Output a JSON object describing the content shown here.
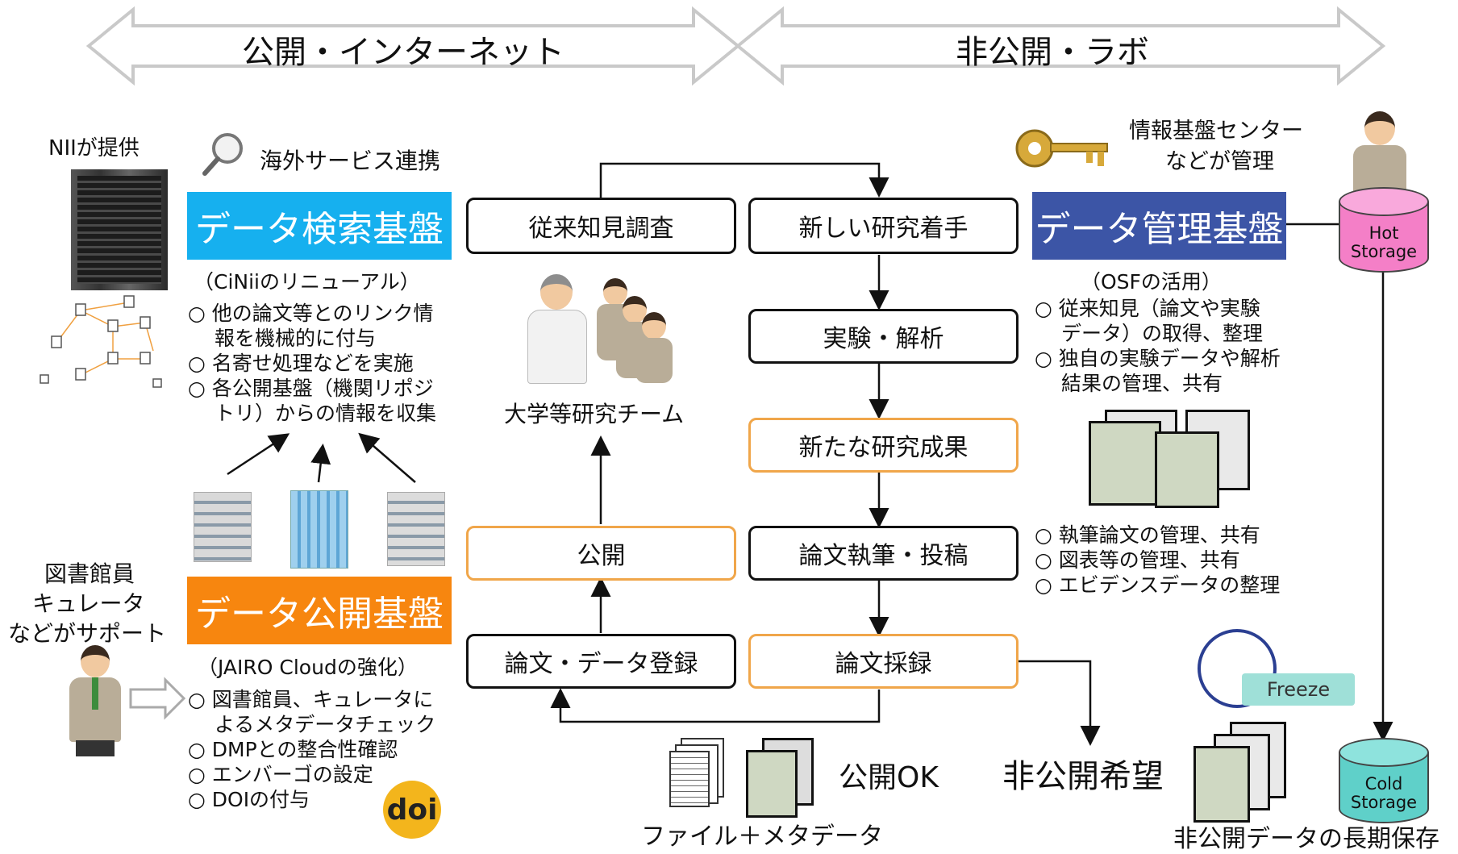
{
  "header": {
    "left_arrow_label": "公開・インターネット",
    "right_arrow_label": "非公開・ラボ"
  },
  "left_panel": {
    "nii_label": "NIIが提供",
    "overseas_label": "海外サービス連携",
    "search_platform": {
      "title": "データ検索基盤",
      "subtitle": "（CiNiiのリニューアル）",
      "color": "#16b0ef",
      "items": [
        "○ 他の論文等とのリンク情",
        "　 報を機械的に付与",
        "○ 名寄せ処理などを実施",
        "○ 各公開基盤（機関リポジ",
        "　 トリ）からの情報を収集"
      ]
    },
    "librarian_label": [
      "図書館員",
      "キュレータ",
      "などがサポート"
    ],
    "publish_platform": {
      "title": "データ公開基盤",
      "subtitle": "（JAIRO Cloudの強化）",
      "color": "#f7860f",
      "items": [
        "○ 図書館員、キュレータに",
        "　 よるメタデータチェック",
        "○ DMPとの整合性確認",
        "○ エンバーゴの設定",
        "○ DOIの付与"
      ]
    },
    "doi_logo": "doi"
  },
  "flow": {
    "prior_survey": "従来知見調査",
    "new_research": "新しい研究着手",
    "experiment": "実験・解析",
    "new_results": "新たな研究成果",
    "paper_writing": "論文執筆・投稿",
    "acceptance": "論文採録",
    "registration": "論文・データ登録",
    "publish": "公開",
    "team_label": "大学等研究チーム",
    "files_label": "ファイル＋メタデータ",
    "publish_ok": "公開OK",
    "private_wish": "非公開希望"
  },
  "right_panel": {
    "center_label": [
      "情報基盤センター",
      "などが管理"
    ],
    "management_platform": {
      "title": "データ管理基盤",
      "subtitle": "（OSFの活用）",
      "color": "#3c55a6",
      "items": [
        "○ 従来知見（論文や実験",
        "　 データ）の取得、整理",
        "○ 独自の実験データや解析",
        "　 結果の管理、共有"
      ],
      "items2": [
        "○ 執筆論文の管理、共有",
        "○ 図表等の管理、共有",
        "○ エビデンスデータの整理"
      ]
    },
    "hot_storage": "Hot Storage",
    "cold_storage": "Cold Storage",
    "hot_color": "#f47fc7",
    "cold_color": "#5fd0c9",
    "freeze_label": "Freeze",
    "long_term_label": "非公開データの長期保存"
  }
}
